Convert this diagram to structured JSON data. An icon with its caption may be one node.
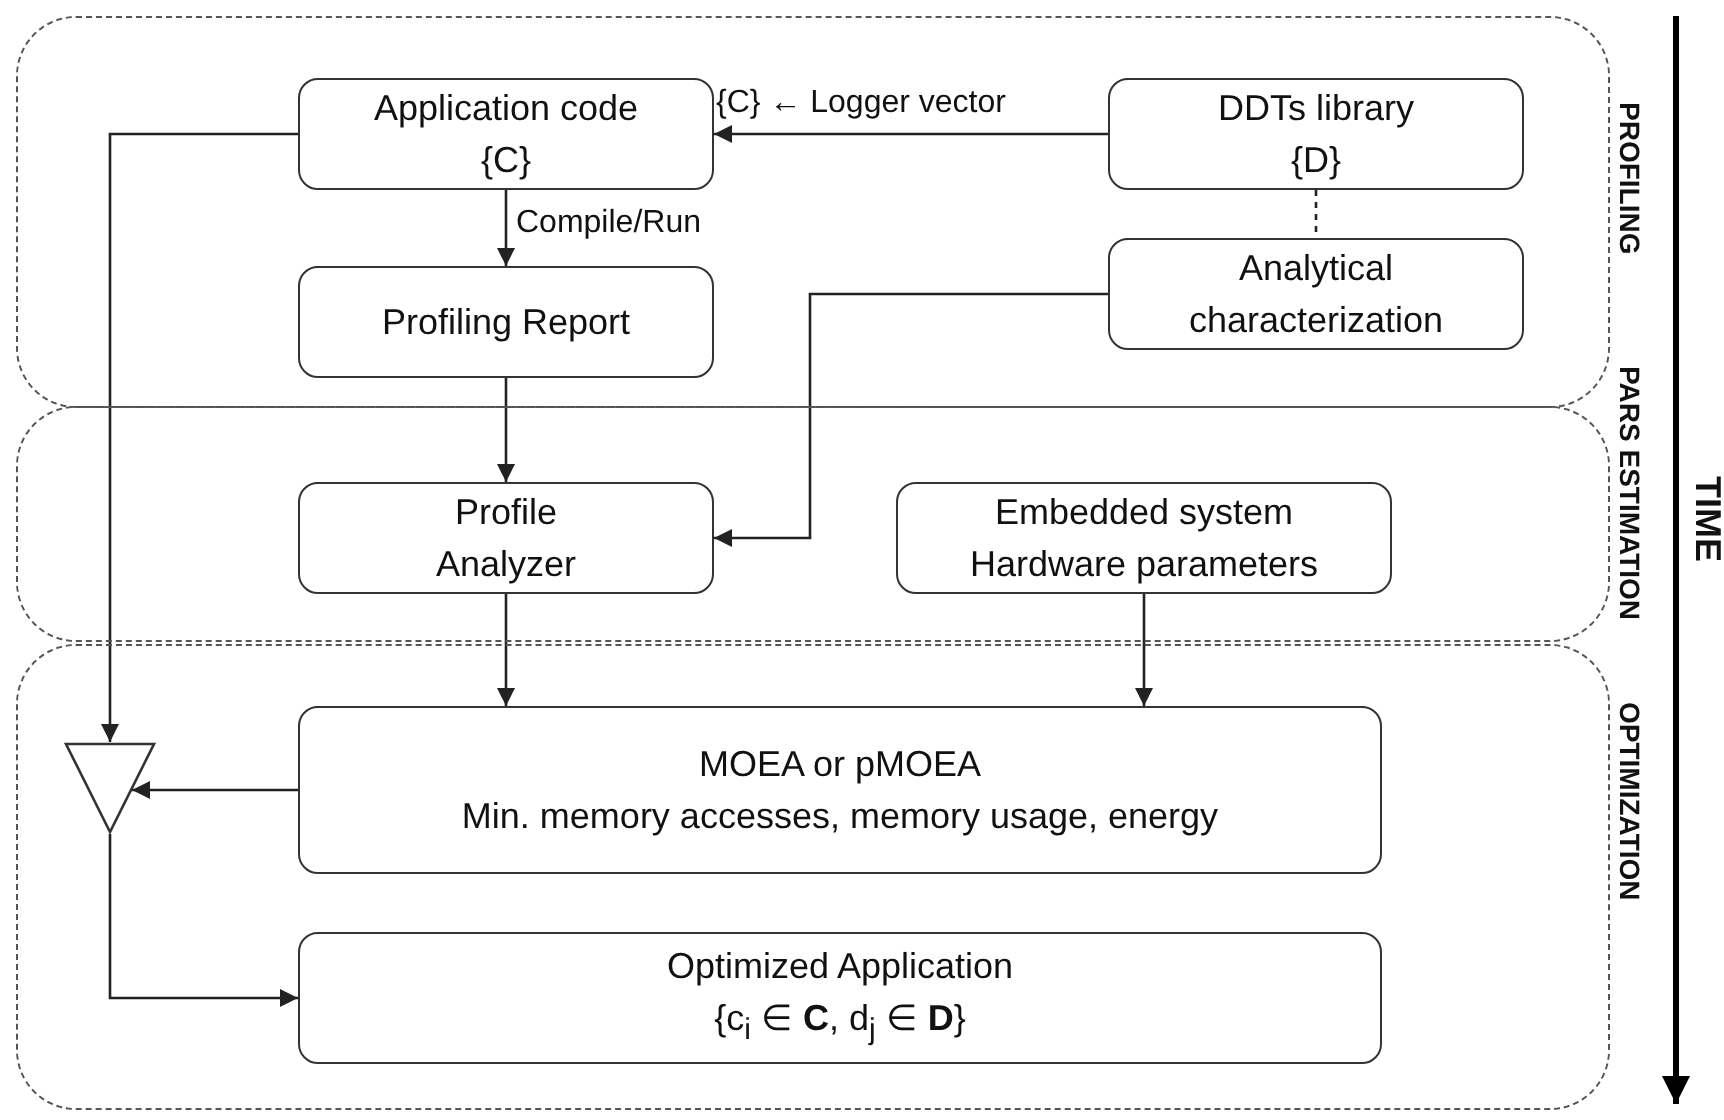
{
  "diagram": {
    "nodes": [
      {
        "text": [
          "PROFILING"
        ]
      },
      {
        "text": [
          "PARS ESTIMATION"
        ]
      },
      {
        "text": [
          "OPTIMIZATION"
        ]
      },
      {
        "text": [
          "Application code",
          "{C}"
        ],
        "in": 0
      },
      {
        "text": [
          "DDTs library",
          "{D}"
        ],
        "in": 0
      },
      {
        "text": [
          "Profiling Report"
        ],
        "in": 0
      },
      {
        "text": [
          "Analytical characterization"
        ],
        "in": 0
      },
      {
        "text": [
          "Profile Analyzer"
        ],
        "in": 1
      },
      {
        "text": [
          "Embedded system Hardware parameters"
        ],
        "in": 1
      },
      {
        "text": [],
        "shape": "triangle",
        "in": 2
      },
      {
        "text": [
          "MOEA or pMOEA",
          "Min. memory accesses, memory usage, energy"
        ],
        "in": 2
      },
      {
        "text": [
          "Optimized Application",
          "{c$_{i}$ ∈ **C**, d$_{j}$ ∈ **D**}"
        ],
        "in": 2
      }
    ],
    "edges": [
      {
        "from": 4,
        "to": 3,
        "arrow": "to",
        "label": "{C} ← Logger vector"
      },
      {
        "from": 3,
        "to": 5,
        "arrow": "to",
        "label": "Compile/Run"
      },
      {
        "from": 4,
        "to": 6,
        "arrow": "none",
        "style": "dashed"
      },
      {
        "from": 5,
        "to": 7,
        "arrow": "to"
      },
      {
        "from": 6,
        "to": 7,
        "arrow": "to"
      },
      {
        "from": 7,
        "to": 10,
        "arrow": "to"
      },
      {
        "from": 8,
        "to": 10,
        "arrow": "to"
      },
      {
        "from": 3,
        "to": 9,
        "arrow": "to"
      },
      {
        "from": 10,
        "to": 9,
        "arrow": "to"
      },
      {
        "from": 9,
        "to": 11,
        "arrow": "to"
      }
    ],
    "labels": [
      "TIME"
    ]
  }
}
